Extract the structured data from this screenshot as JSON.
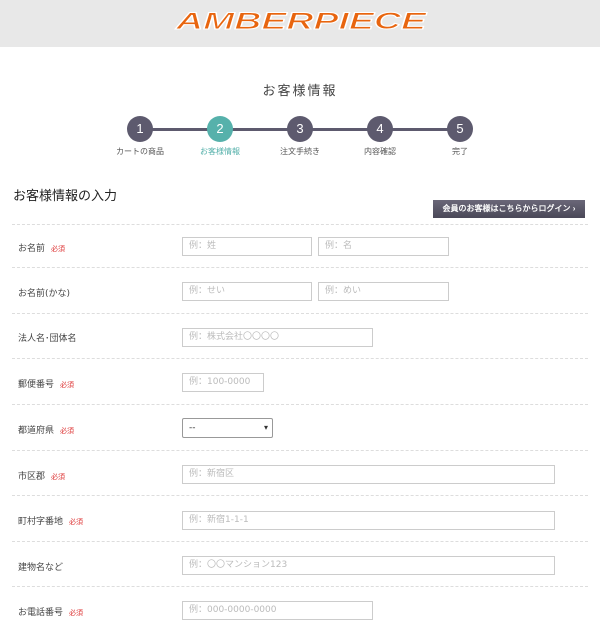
{
  "header": {
    "logo": "AMBERPIECE",
    "brand_color": "#e8650f"
  },
  "page_title": "お客様情報",
  "steps": [
    {
      "num": "1",
      "label": "カートの商品"
    },
    {
      "num": "2",
      "label": "お客様情報",
      "active": true
    },
    {
      "num": "3",
      "label": "注文手続き"
    },
    {
      "num": "4",
      "label": "内容確認"
    },
    {
      "num": "5",
      "label": "完了"
    }
  ],
  "section_title": "お客様情報の入力",
  "login_button": "会員のお客様はこちらからログイン",
  "required": "必須",
  "fields": {
    "name": {
      "label": "お名前",
      "ph1": "例：姓",
      "ph2": "例：名"
    },
    "kana": {
      "label": "お名前(かな)",
      "ph1": "例：せい",
      "ph2": "例：めい"
    },
    "company": {
      "label": "法人名･団体名",
      "ph": "例：株式会社〇〇〇〇"
    },
    "zip": {
      "label": "郵便番号",
      "ph": "例：100-0000"
    },
    "pref": {
      "label": "都道府県",
      "value": "--"
    },
    "city": {
      "label": "市区郡",
      "ph": "例：新宿区"
    },
    "town": {
      "label": "町村字番地",
      "ph": "例：新宿1-1-1"
    },
    "building": {
      "label": "建物名など",
      "ph": "例：〇〇マンション123"
    },
    "phone": {
      "label": "お電話番号",
      "ph": "例：000-0000-0000"
    }
  }
}
